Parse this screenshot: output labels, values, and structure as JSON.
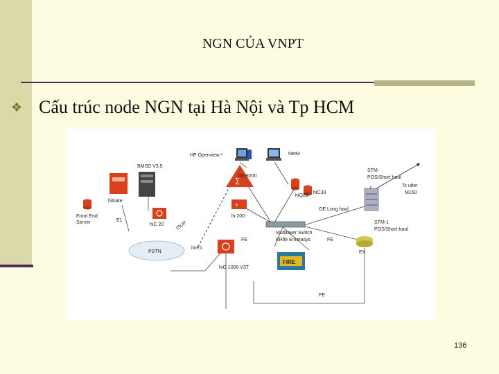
{
  "slide": {
    "title": "NGN CỦA VNPT",
    "heading": "Cấu trúc node NGN tại Hà Nội và Tp HCM",
    "page_number": "136"
  },
  "diagram": {
    "labels": {
      "hp_openview": "HP Openview *",
      "netm": "NetM",
      "bmsd": "BMSD V3.5",
      "hig9200": "hiG9200",
      "stm_top": "STM-",
      "pos_top": "POS/Short haul",
      "router": "Tc ulter",
      "m150": "M150",
      "higate": "hiGate",
      "hq20": "hiQ20",
      "hic30": "hiC30",
      "ge_long": "GE Long haul",
      "front_end": "Front End",
      "server": "Server",
      "e1": "E1",
      "hic20": "hiC 20",
      "hi200": "hi 200",
      "isup": "ISUP",
      "multilayer": "Multilayer Switch",
      "extreme": "ERfie Enterasys",
      "stm_bottom": "STM-1",
      "pos_bottom": "POS/Short haul",
      "fe1": "FE",
      "fe2": "FE",
      "fe3": "FE",
      "pstn": "PSTN",
      "xe1": "itnE1",
      "hig1000": "hiG 1000 V3T",
      "fire": "FIRE",
      "ex": "EX"
    }
  }
}
